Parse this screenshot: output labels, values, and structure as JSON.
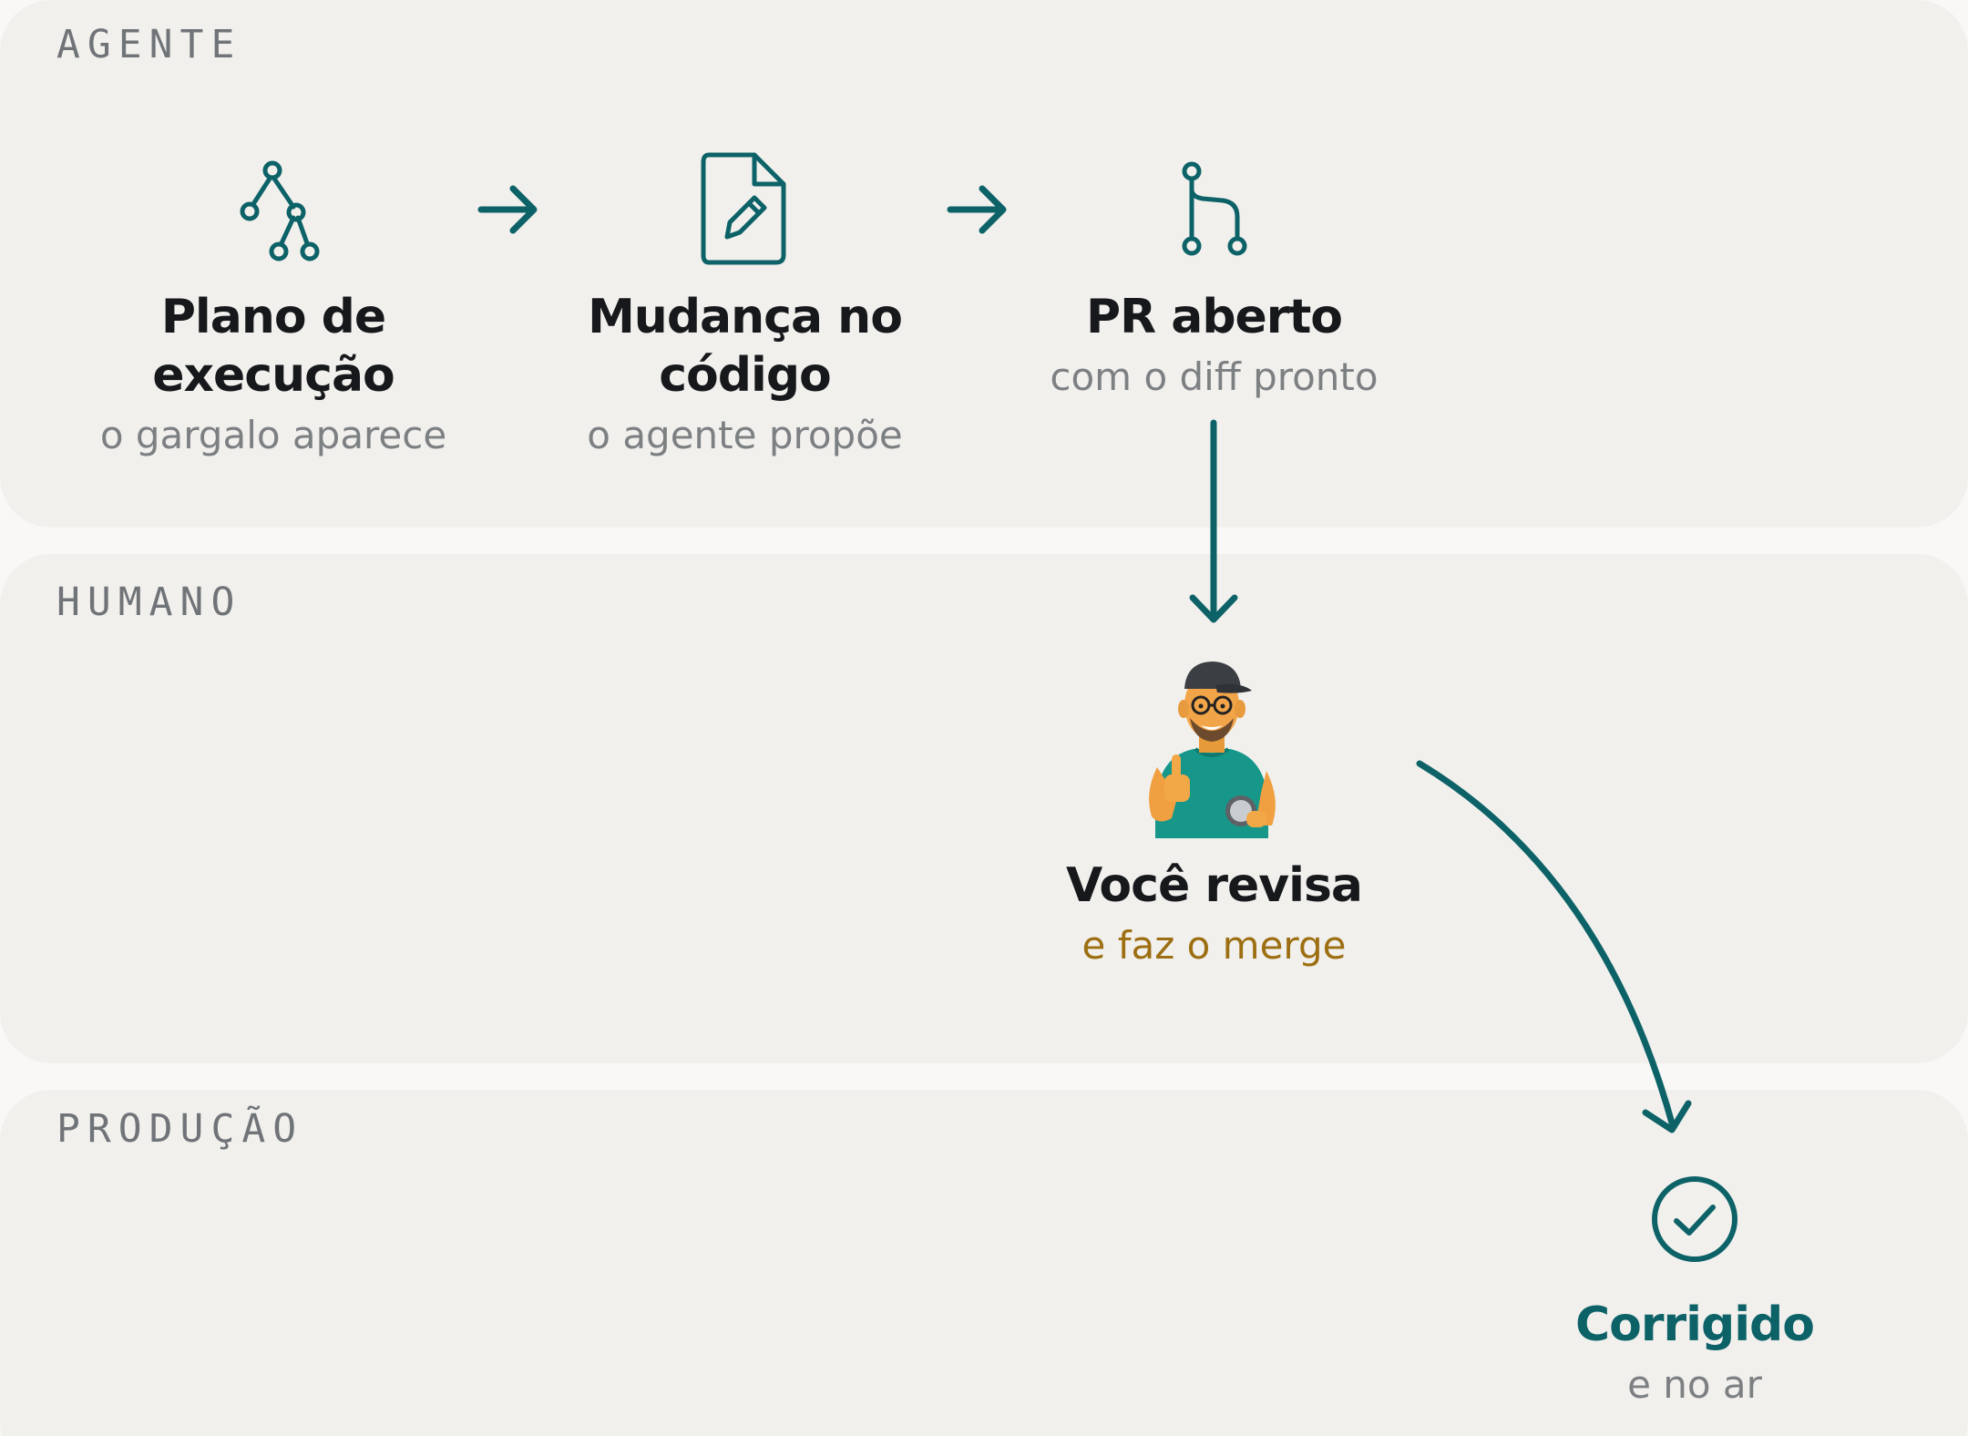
{
  "lanes": {
    "agent": "AGENTE",
    "human": "HUMANO",
    "production": "PRODUÇÃO"
  },
  "nodes": {
    "plan": {
      "title_line1": "Plano de",
      "title_line2": "execução",
      "subtitle": "o gargalo aparece",
      "icon": "execution-tree-icon"
    },
    "change": {
      "title_line1": "Mudança no",
      "title_line2": "código",
      "subtitle": "o agente propõe",
      "icon": "file-edit-icon"
    },
    "pr": {
      "title": "PR aberto",
      "subtitle": "com o diff pronto",
      "icon": "git-pull-request-icon"
    },
    "review": {
      "title": "Você revisa",
      "subtitle": "e faz o merge",
      "icon": "reviewer-avatar"
    },
    "fixed": {
      "title": "Corrigido",
      "subtitle": "e no ar",
      "icon": "check-circle-icon"
    }
  },
  "colors": {
    "accent": "#0d6268",
    "lane_background": "#f1f0ed",
    "page_background": "#f9f8f6",
    "title": "#16181b",
    "subtitle": "#7d8083",
    "highlight_subtitle": "#9d6f12"
  }
}
